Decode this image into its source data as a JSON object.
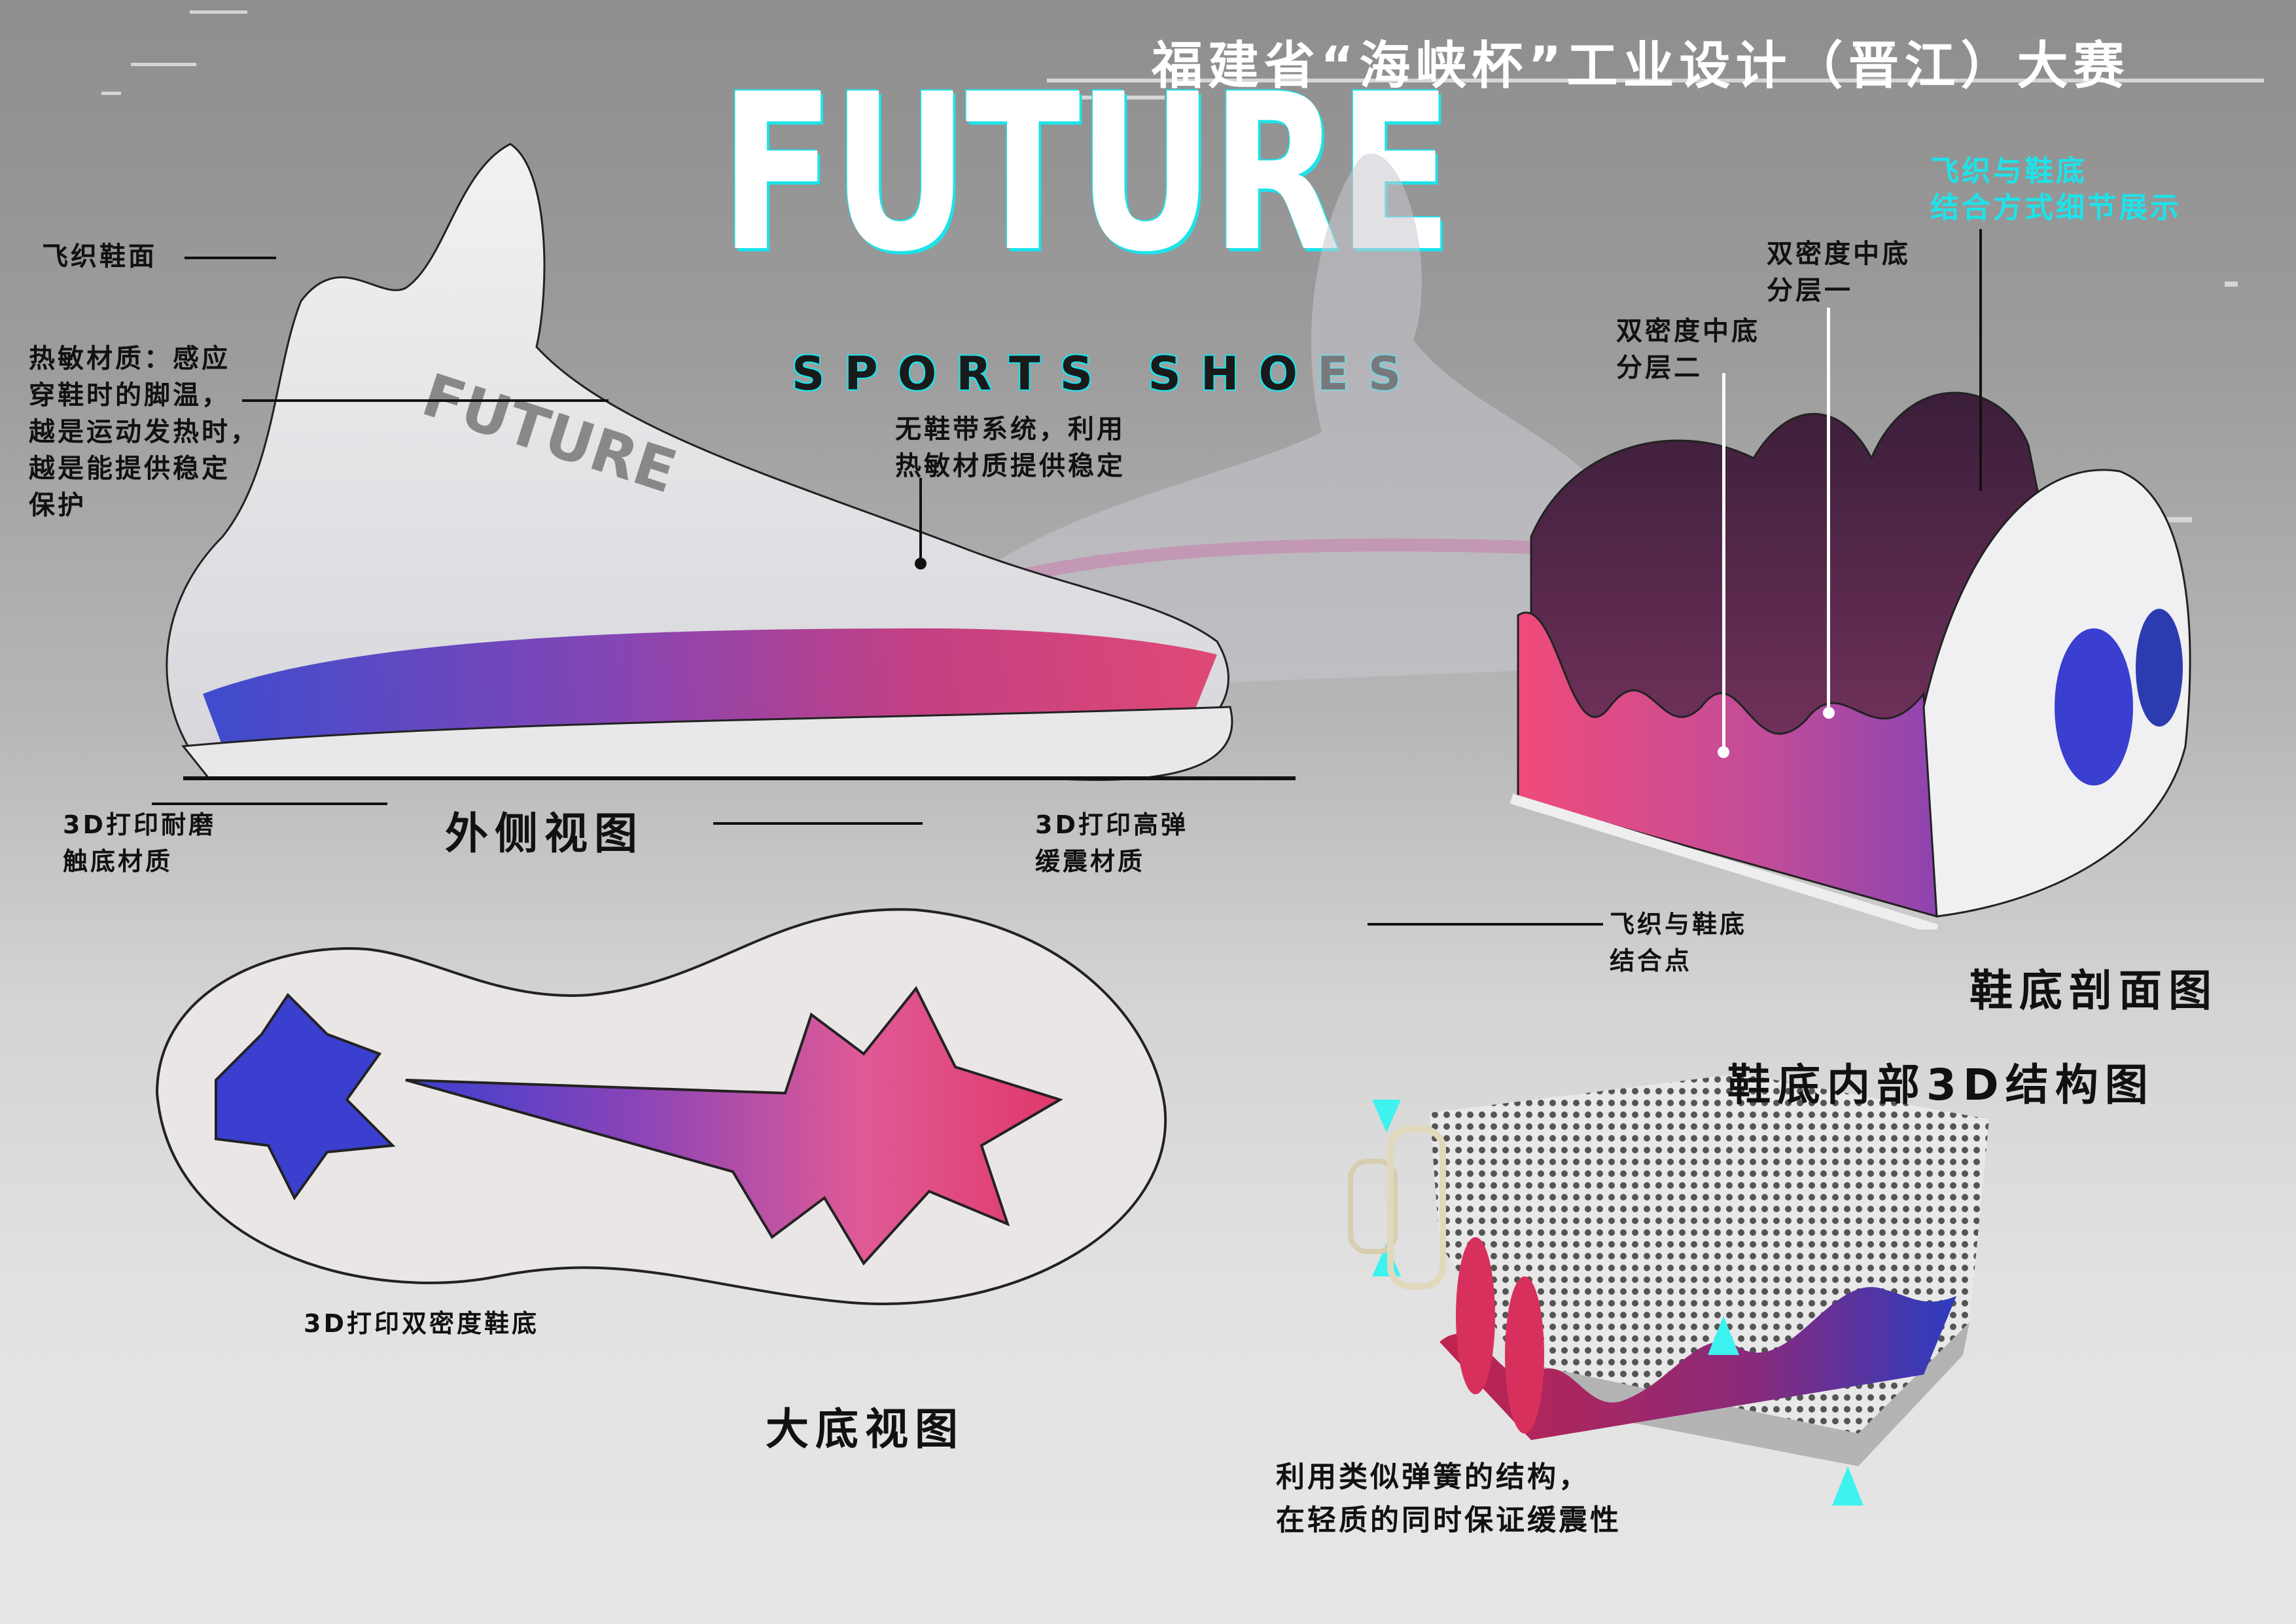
{
  "poster": {
    "title": "福建省“海峡杯”工业设计（晋江）大赛",
    "logo": {
      "main": "FUTURE",
      "sub": "SPORTS SHOES"
    },
    "colors": {
      "accent_cyan": "#1de3ea",
      "blue": "#3a3fd0",
      "purple": "#8a3aa8",
      "pink": "#e0386a",
      "background": "#9a9a9a"
    }
  },
  "side_view": {
    "caption": "外侧视图",
    "labels": {
      "upper": "飞织鞋面",
      "thermal": "热敏材质：感应\n穿鞋时的脚温，\n越是运动发热时，\n越是能提供稳定\n保护",
      "laceless": "无鞋带系统，利用\n热敏材质提供稳定",
      "outsole_wear": "3D打印耐磨\n触底材质",
      "cushion": "3D打印高弹\n缓震材质",
      "junction": "飞织与鞋底\n结合点"
    }
  },
  "section_view": {
    "caption": "鞋底剖面图",
    "highlight": "飞织与鞋底\n结合方式细节展示",
    "labels": {
      "layer1": "双密度中底\n分层一",
      "layer2": "双密度中底\n分层二"
    }
  },
  "bottom_view": {
    "caption": "大底视图",
    "label": "3D打印双密度鞋底"
  },
  "structure_view": {
    "caption": "鞋底内部3D结构图",
    "description": "利用类似弹簧的结构，\n在轻质的同时保证缓震性",
    "icons": [
      "arrow-down-icon",
      "arrow-up-icon",
      "spring-icon",
      "lattice-cube-icon"
    ]
  }
}
